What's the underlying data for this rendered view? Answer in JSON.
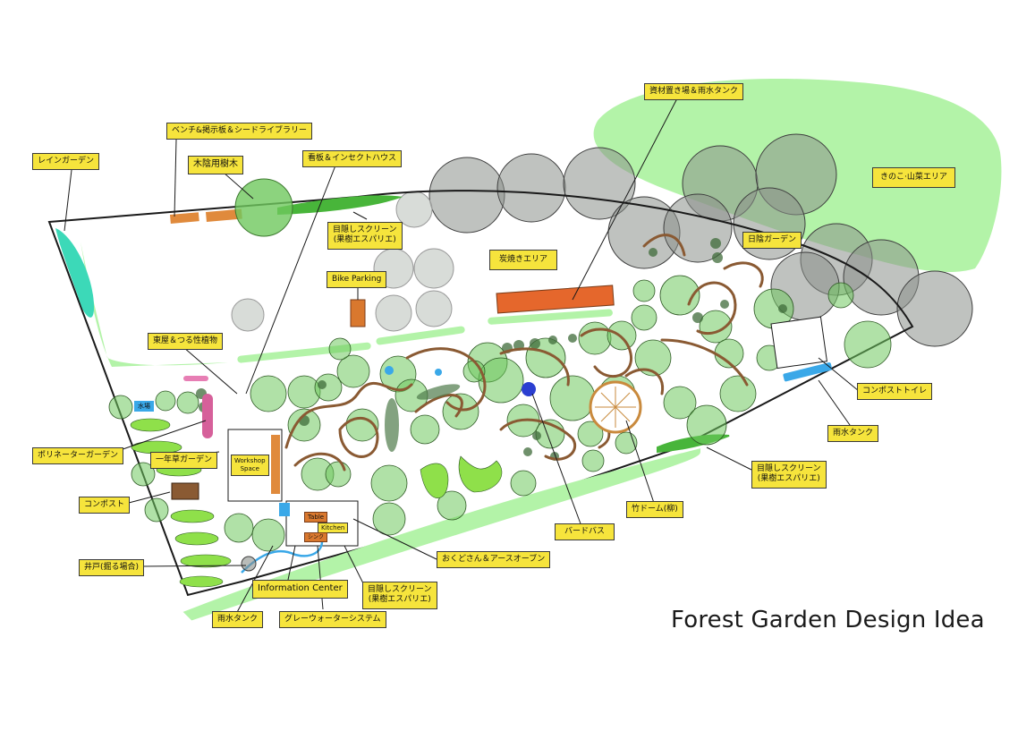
{
  "title": "Forest Garden Design Idea",
  "labels": {
    "rain_garden": "レインガーデン",
    "bench_board_seed": "ベンチ&掲示板＆シードライブラリー",
    "shade_tree": "木陰用樹木",
    "sign_insect": "看板＆インセクトハウス",
    "screen_top": "目隠しスクリーン\n(果樹エスパリエ)",
    "bike_parking": "Bike Parking",
    "charcoal_area": "炭焼きエリア",
    "materials_tank": "資材置き場＆雨水タンク",
    "mushroom_area": "きのこ·山菜エリア",
    "shade_garden": "日陰ガーデン",
    "arbor_vines": "東屋＆つる性植物",
    "pollinator_garden": "ポリネーターガーデン",
    "annual_garden": "一年草ガーデン",
    "compost": "コンポスト",
    "well": "井戸(掘る場合)",
    "rain_tank_bottom": "雨水タンク",
    "graywater": "グレーウォーターシステム",
    "info_center": "Information Center",
    "screen_bottom": "目隠しスクリーン\n(果樹エスパリエ)",
    "oven": "おくどさん＆アースオーブン",
    "bird_bath": "バードバス",
    "bamboo_dome": "竹ドーム(柳)",
    "screen_right": "目隠しスクリーン\n(果樹エスパリエ)",
    "rain_tank_right": "雨水タンク",
    "compost_toilet": "コンポストトイレ",
    "water_place": "水場",
    "workshop_space": "Workshop\nSpace",
    "table": "Table",
    "kitchen": "Kitchen",
    "sink": "シンク"
  },
  "colors": {
    "light_green": "#b3f3a8",
    "tree_green": "#6fc85e",
    "grey_tree": "#8a8f8a",
    "label_yellow": "#f6e43c",
    "orange": "#e5672c",
    "bed_green": "#8fe04a",
    "teal": "#3cd9b8",
    "pink": "#d6609a",
    "blue": "#2b3fd1",
    "sky": "#3aa8e8",
    "brown": "#8a5a33"
  }
}
